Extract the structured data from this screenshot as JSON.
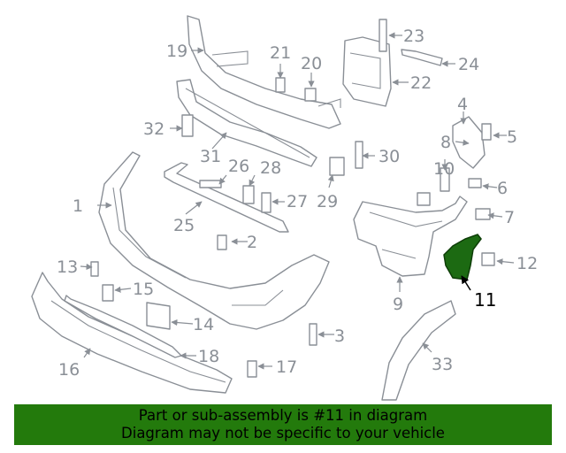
{
  "diagram": {
    "highlighted_part": "11",
    "callouts": [
      "1",
      "2",
      "3",
      "4",
      "5",
      "6",
      "7",
      "8",
      "9",
      "10",
      "11",
      "12",
      "13",
      "14",
      "15",
      "16",
      "17",
      "18",
      "19",
      "20",
      "21",
      "22",
      "23",
      "24",
      "25",
      "26",
      "27",
      "28",
      "29",
      "30",
      "31",
      "32",
      "33"
    ]
  },
  "colors": {
    "banner_bg": "#237a0c",
    "highlight": "#1c6a12",
    "line": "#8a8f96"
  },
  "banner": {
    "line1": "Part or sub-assembly is #11 in diagram",
    "line2": "Diagram may not be specific to your vehicle"
  }
}
